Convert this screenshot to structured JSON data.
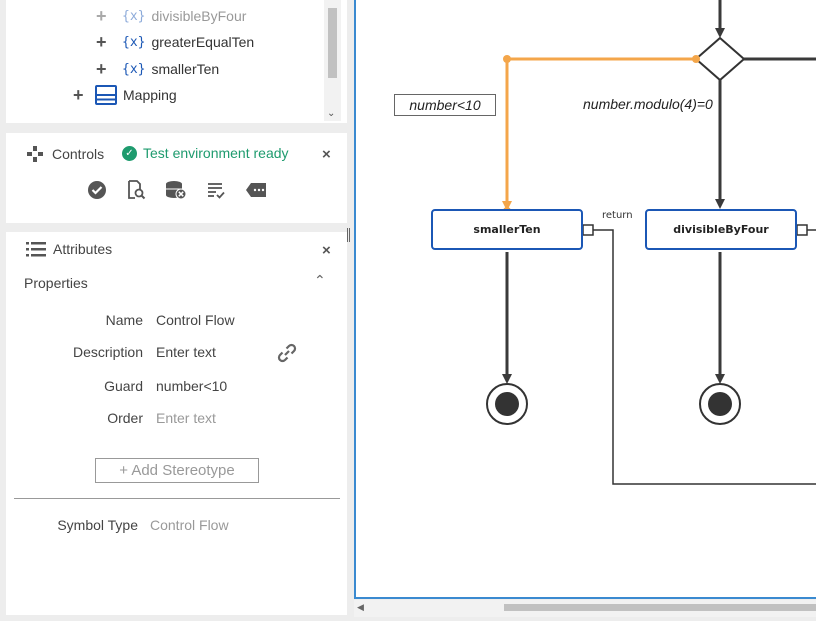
{
  "tree": {
    "items": [
      {
        "label": "divisibleByFour",
        "icon": "{x}"
      },
      {
        "label": "greaterEqualTen",
        "icon": "{x}"
      },
      {
        "label": "smallerTen",
        "icon": "{x}"
      },
      {
        "label": "Mapping",
        "icon": "mapping-icon"
      }
    ]
  },
  "controls": {
    "title": "Controls",
    "status": "Test environment ready",
    "close": "×",
    "tools": [
      "check-circle-icon",
      "document-search-icon",
      "database-delete-icon",
      "checklist-icon",
      "tag-icon"
    ]
  },
  "attributes": {
    "title": "Attributes",
    "close": "×",
    "section": "Properties",
    "rows": [
      {
        "label": "Name",
        "value": "Control Flow",
        "placeholder": false
      },
      {
        "label": "Description",
        "value": "Enter text",
        "placeholder": false
      },
      {
        "label": "Guard",
        "value": "number<10",
        "placeholder": false
      },
      {
        "label": "Order",
        "value": "Enter text",
        "placeholder": true
      }
    ],
    "add_stereotype": "+ Add Stereotype",
    "symbol_type_label": "Symbol Type",
    "symbol_type_value": "Control Flow"
  },
  "diagram": {
    "guard_left": "number<10",
    "guard_right": "number.modulo(4)=0",
    "node_left": "smallerTen",
    "node_right": "divisibleByFour",
    "return_label": "return",
    "colors": {
      "highlight": "#f4a64a",
      "flow": "#3a3a3a",
      "node_border": "#1b57b5"
    }
  }
}
